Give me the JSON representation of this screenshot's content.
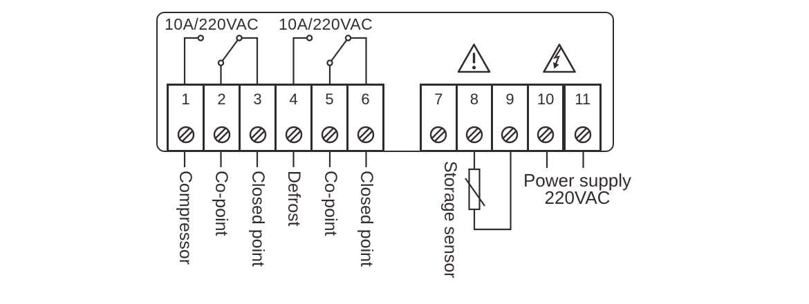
{
  "ratings": {
    "left": "10A/220VAC",
    "right": "10A/220VAC"
  },
  "left_block": {
    "numbers": [
      "1",
      "2",
      "3",
      "4",
      "5",
      "6"
    ],
    "labels": [
      "Compressor",
      "Co-point",
      "Closed point",
      "Defrost",
      "Co-point",
      "Closed point"
    ]
  },
  "right_block": {
    "numbers": [
      "7",
      "8",
      "9",
      "10",
      "11"
    ]
  },
  "sensor_label": "Storage sensor",
  "power_label": {
    "line1": "Power supply",
    "line2": "220VAC"
  },
  "icons": {
    "screw": "screw-terminal-icon",
    "caution": "caution-icon",
    "high_voltage": "high-voltage-icon",
    "thermistor": "thermistor-icon",
    "relay": "relay-contact-icon"
  },
  "colors": {
    "line": "#332b29",
    "background": "#ffffff"
  }
}
